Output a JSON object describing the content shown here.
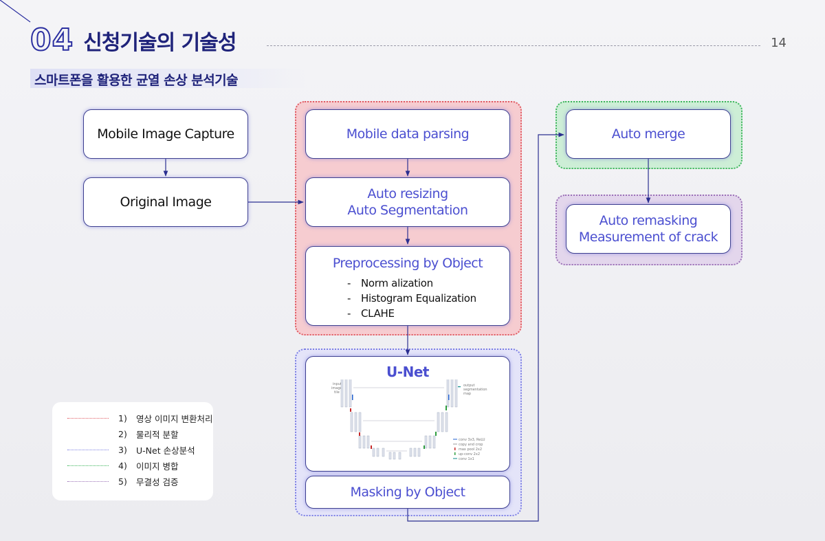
{
  "header": {
    "section_number": "04",
    "title": "신청기술의 기술성",
    "page_number": "14"
  },
  "subtitle": "스마트폰을 활용한 균열 손상 분석기술",
  "nodes": {
    "mobile_capture": "Mobile Image Capture",
    "original_image": "Original Image",
    "mobile_parsing": "Mobile data parsing",
    "auto_resizing_line1": "Auto resizing",
    "auto_resizing_line2": "Auto Segmentation",
    "preprocessing_title": "Preprocessing by Object",
    "preprocessing_items": [
      "Norm alization",
      "Histogram Equalization",
      "CLAHE"
    ],
    "unet_title": "U-Net",
    "masking": "Masking by Object",
    "auto_merge": "Auto merge",
    "auto_remasking_line1": "Auto remasking",
    "auto_remasking_line2": "Measurement of crack"
  },
  "unet_figure": {
    "input_label": [
      "input",
      "image",
      "tile"
    ],
    "output_label": [
      "output",
      "segmentation",
      "map"
    ],
    "arrow_legend": [
      "conv 3x3, ReLU",
      "copy and crop",
      "max pool 2x2",
      "up-conv 2x2",
      "conv 1x1"
    ]
  },
  "legend": {
    "items": [
      {
        "num": "1)",
        "text": "영상 이미지 변환처리",
        "color": "#e05a62"
      },
      {
        "num": "2)",
        "text": "물리적 분할",
        "color": ""
      },
      {
        "num": "3)",
        "text": "U-Net 손상분석",
        "color": "#7b7ee3"
      },
      {
        "num": "4)",
        "text": "이미지 병합",
        "color": "#3cb45a"
      },
      {
        "num": "5)",
        "text": "무결성 검증",
        "color": "#9a6fb6"
      }
    ]
  },
  "colors": {
    "accent": "#2b2fa0",
    "node_text_blue": "#4b4fd0",
    "connector": "#2b2f90"
  }
}
